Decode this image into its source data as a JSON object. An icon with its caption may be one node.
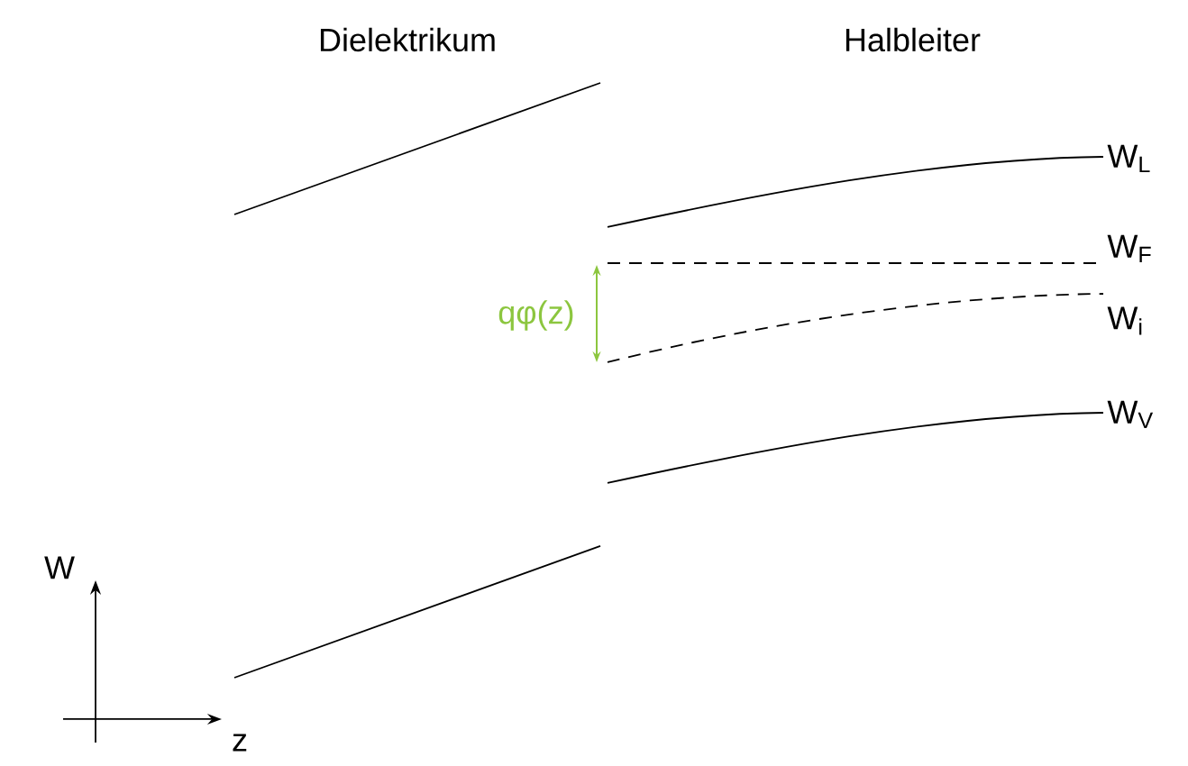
{
  "diagram": {
    "labels": [
      "Dielektrikum",
      "Halbleiter",
      "W$_{L}$",
      "W$_{F}$",
      "W$_{i}$",
      "W$_{V}$",
      "qφ(z)",
      "W",
      "z"
    ]
  }
}
